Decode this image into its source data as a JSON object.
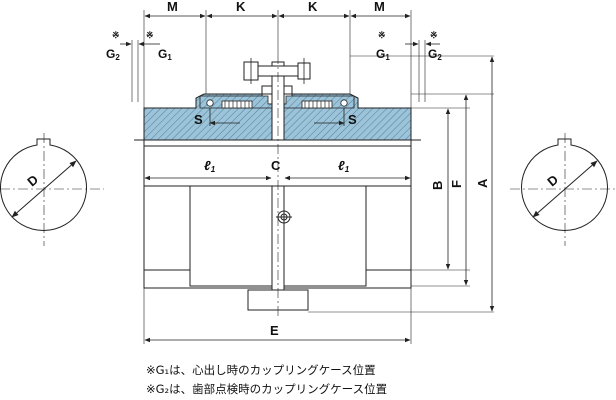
{
  "diagram": {
    "labels": {
      "M": "M",
      "K": "K",
      "G1": "G",
      "G1_sub": "1",
      "G2": "G",
      "G2_sub": "2",
      "mark": "※",
      "S": "S",
      "l1": "ℓ",
      "l1_sub": "1",
      "C": "C",
      "D": "D",
      "B": "B",
      "F": "F",
      "A": "A",
      "E": "E"
    },
    "notes": [
      "※G₁は、心出し時のカップリングケース位置",
      "※G₂は、歯部点検時のカップリングケース位置"
    ],
    "colors": {
      "hatch_fill": "#9cc3d8",
      "hatch_line": "#4d7f9e",
      "line": "#222222"
    }
  }
}
